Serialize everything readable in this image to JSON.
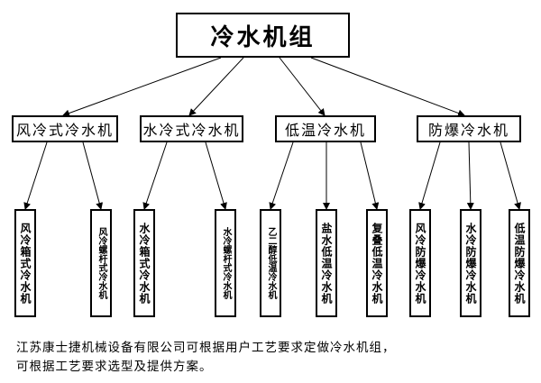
{
  "root": "冷水机组",
  "categories": [
    {
      "label": "风冷式冷水机",
      "children": [
        "风冷箱式冷水机",
        "风冷螺杆式冷水机"
      ]
    },
    {
      "label": "水冷式冷水机",
      "children": [
        "水冷箱式冷水机",
        "水冷螺杆式冷水机"
      ]
    },
    {
      "label": "低温冷水机",
      "children": [
        "乙二醇低温冷水机",
        "盐水低温冷水机",
        "复叠低温冷水机"
      ]
    },
    {
      "label": "防爆冷水机",
      "children": [
        "风冷防爆冷水机",
        "水冷防爆冷水机",
        "低温防爆冷水机"
      ]
    }
  ],
  "caption": {
    "line1": "江苏康士捷机械设备有限公司可根据用户工艺要求定做冷水机组，",
    "line2": "可根据工艺要求选型及提供方案。"
  }
}
